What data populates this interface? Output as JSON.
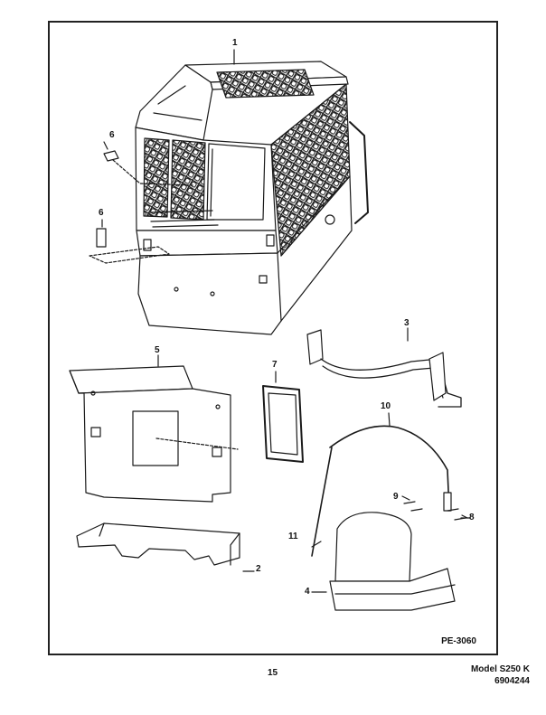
{
  "figure_id": "PE-3060",
  "page_number": "15",
  "model_line": "Model S250 K",
  "serial_line": "6904244",
  "callouts": {
    "c1": "1",
    "c2": "2",
    "c3": "3",
    "c4": "4",
    "c5": "5",
    "c6a": "6",
    "c6b": "6",
    "c7": "7",
    "c8": "8",
    "c9": "9",
    "c10": "10",
    "c11": "11"
  }
}
